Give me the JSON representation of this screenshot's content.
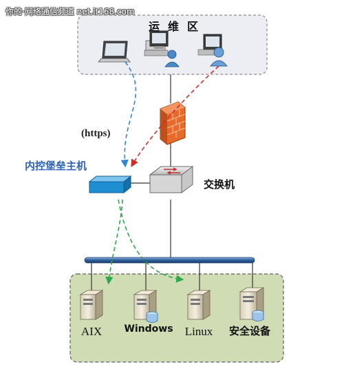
{
  "watermark": "你的·网络通信频道 net.it168.com",
  "ops_zone": {
    "title": "运维区"
  },
  "protocol_label": "(https)",
  "bastion_label": "内控堡垒主机",
  "switch_label": "交换机",
  "servers": [
    {
      "name": "AIX"
    },
    {
      "name": "Windows"
    },
    {
      "name": "Linux"
    },
    {
      "name": "安全设备"
    }
  ],
  "colors": {
    "ops_zone_fill": "#eceef4",
    "server_zone_fill": "#cfdcb4",
    "server_zone_border": "#5c5c5c",
    "bastion_blue": "#1e8fd0",
    "bastion_label": "#2f63b8",
    "blue_dash": "#2e86d4",
    "red_dash": "#d02c2c",
    "green_dash": "#2da84a",
    "bus_bar": "#2c5e9c",
    "firewall": "#e86a2a"
  },
  "icons": [
    "laptop-icon",
    "desktop-user-icon",
    "user-icon",
    "firewall-icon",
    "switch-icon",
    "bastion-host-icon",
    "server-icon",
    "database-icon"
  ]
}
